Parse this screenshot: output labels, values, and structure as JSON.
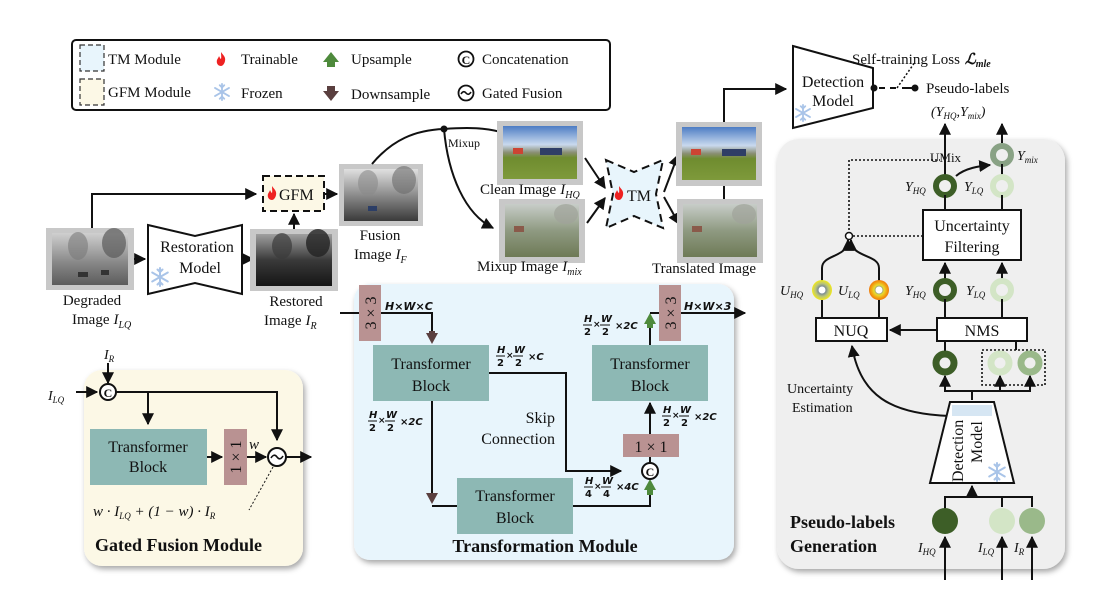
{
  "legend": {
    "items": [
      {
        "icon": "tm-module-swatch",
        "label": "TM Module"
      },
      {
        "icon": "flame-icon",
        "label": "Trainable"
      },
      {
        "icon": "upsample-arrow-icon",
        "label": "Upsample"
      },
      {
        "icon": "concatenation-icon",
        "label": "Concatenation"
      },
      {
        "icon": "gfm-module-swatch",
        "label": "GFM Module"
      },
      {
        "icon": "snowflake-icon",
        "label": "Frozen"
      },
      {
        "icon": "downsample-arrow-icon",
        "label": "Downsample"
      },
      {
        "icon": "gated-fusion-icon",
        "label": "Gated Fusion"
      }
    ]
  },
  "colors": {
    "tm_fill": "#e8f5fc",
    "gfm_fill": "#fcf8e6",
    "transformer_block": "#8db8b4",
    "conv_block": "#b99292",
    "upsample": "#4e8a3c",
    "downsample": "#5a3f3f",
    "flame": "#ee2222",
    "snowflake": "#a9c4e8",
    "pseudo_panel": "#efefef",
    "dark_green": "#3d5e27",
    "light_green": "#d3e5c6",
    "mid_green": "#9ab98a",
    "mix_green": "#89a285"
  },
  "pipeline": {
    "degraded_label": [
      "Degraded",
      "Image"
    ],
    "degraded_sym": "I",
    "degraded_sub": "LQ",
    "restoration_model": [
      "Restoration",
      "Model"
    ],
    "restored_label": [
      "Restored",
      "Image"
    ],
    "restored_sym": "I",
    "restored_sub": "R",
    "gfm_label": "GFM",
    "fusion_label": [
      "Fusion",
      "Image"
    ],
    "fusion_sym": "I",
    "fusion_sub": "F",
    "mixup_label": "Mixup",
    "clean_label": "Clean Image",
    "clean_sym": "I",
    "clean_sub": "HQ",
    "mix_label": "Mixup Image",
    "mix_sym": "I",
    "mix_sub": "mix",
    "tm_label": "TM",
    "translated_label": "Translated Image",
    "detection_model": [
      "Detection",
      "Model"
    ],
    "loss_label": "Self-training Loss",
    "loss_sym": "ℒ",
    "loss_sub": "mle",
    "pseudo_labels": "Pseudo-labels",
    "pseudo_tuple": "(Y",
    "pseudo_tuple_sub1": "HQ",
    "pseudo_tuple_mid": ",Y",
    "pseudo_tuple_sub2": "mix",
    "pseudo_tuple_end": ")"
  },
  "gated_fusion": {
    "title": "Gated Fusion Module",
    "input_top": "I",
    "input_top_sub": "R",
    "input_left": "I",
    "input_left_sub": "LQ",
    "block": [
      "Transformer",
      "Block"
    ],
    "conv": "1 × 1",
    "weight": "w",
    "formula_parts": [
      "w · I",
      "LQ",
      " + (1 − w) · I",
      "R"
    ]
  },
  "transformation": {
    "title": "Transformation Module",
    "conv_in": "3 × 3",
    "conv_out": "3 × 3",
    "conv_mid": "1 × 1",
    "block": [
      "Transformer",
      "Block"
    ],
    "skip": [
      "Skip",
      "Connection"
    ],
    "dims": {
      "in": "H×W×C",
      "out": "H×W×3",
      "b1_right": "×C",
      "b1_down": "×2C",
      "b2_right": "×4C",
      "mid_up": "×2C",
      "top_up": "×2C"
    }
  },
  "pseudo_gen": {
    "title": [
      "Pseudo-labels",
      "Generation"
    ],
    "umix": "UMix",
    "y_mix": "Y",
    "y_mix_sub": "mix",
    "y_hq": "Y",
    "y_hq_sub": "HQ",
    "y_lq": "Y",
    "y_lq_sub": "LQ",
    "u_hq": "U",
    "u_hq_sub": "HQ",
    "u_lq": "U",
    "u_lq_sub": "LQ",
    "uncertainty_filtering": [
      "Uncertainty",
      "Filtering"
    ],
    "nuq": "NUQ",
    "nms": "NMS",
    "uncertainty_estimation": [
      "Uncertainty",
      "Estimation"
    ],
    "detection_model": [
      "Detection",
      "Model"
    ],
    "inputs": [
      {
        "sym": "I",
        "sub": "HQ"
      },
      {
        "sym": "I",
        "sub": "LQ"
      },
      {
        "sym": "I",
        "sub": "R"
      }
    ]
  }
}
